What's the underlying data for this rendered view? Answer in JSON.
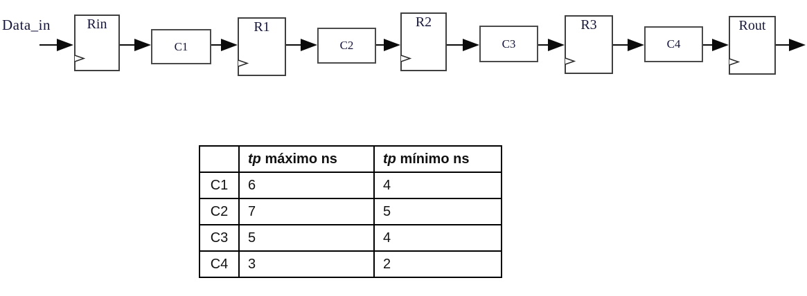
{
  "diagram": {
    "input_label": "Data_in",
    "registers": [
      "Rin",
      "R1",
      "R2",
      "R3",
      "Rout"
    ],
    "logic_blocks": [
      "C1",
      "C2",
      "C3",
      "C4"
    ],
    "colors": {
      "ink": "#16163a",
      "arrow": "#0b0b0b",
      "box_border": "#3f3f3f"
    }
  },
  "table": {
    "header": {
      "corner": "",
      "max": {
        "em": "tp",
        "rest": " máximo ns"
      },
      "min": {
        "em": "tp",
        "rest": " mínimo ns"
      }
    },
    "rows": [
      {
        "name": "C1",
        "max": "6",
        "min": "4"
      },
      {
        "name": "C2",
        "max": "7",
        "min": "5"
      },
      {
        "name": "C3",
        "max": "5",
        "min": "4"
      },
      {
        "name": "C4",
        "max": "3",
        "min": "2"
      }
    ]
  }
}
